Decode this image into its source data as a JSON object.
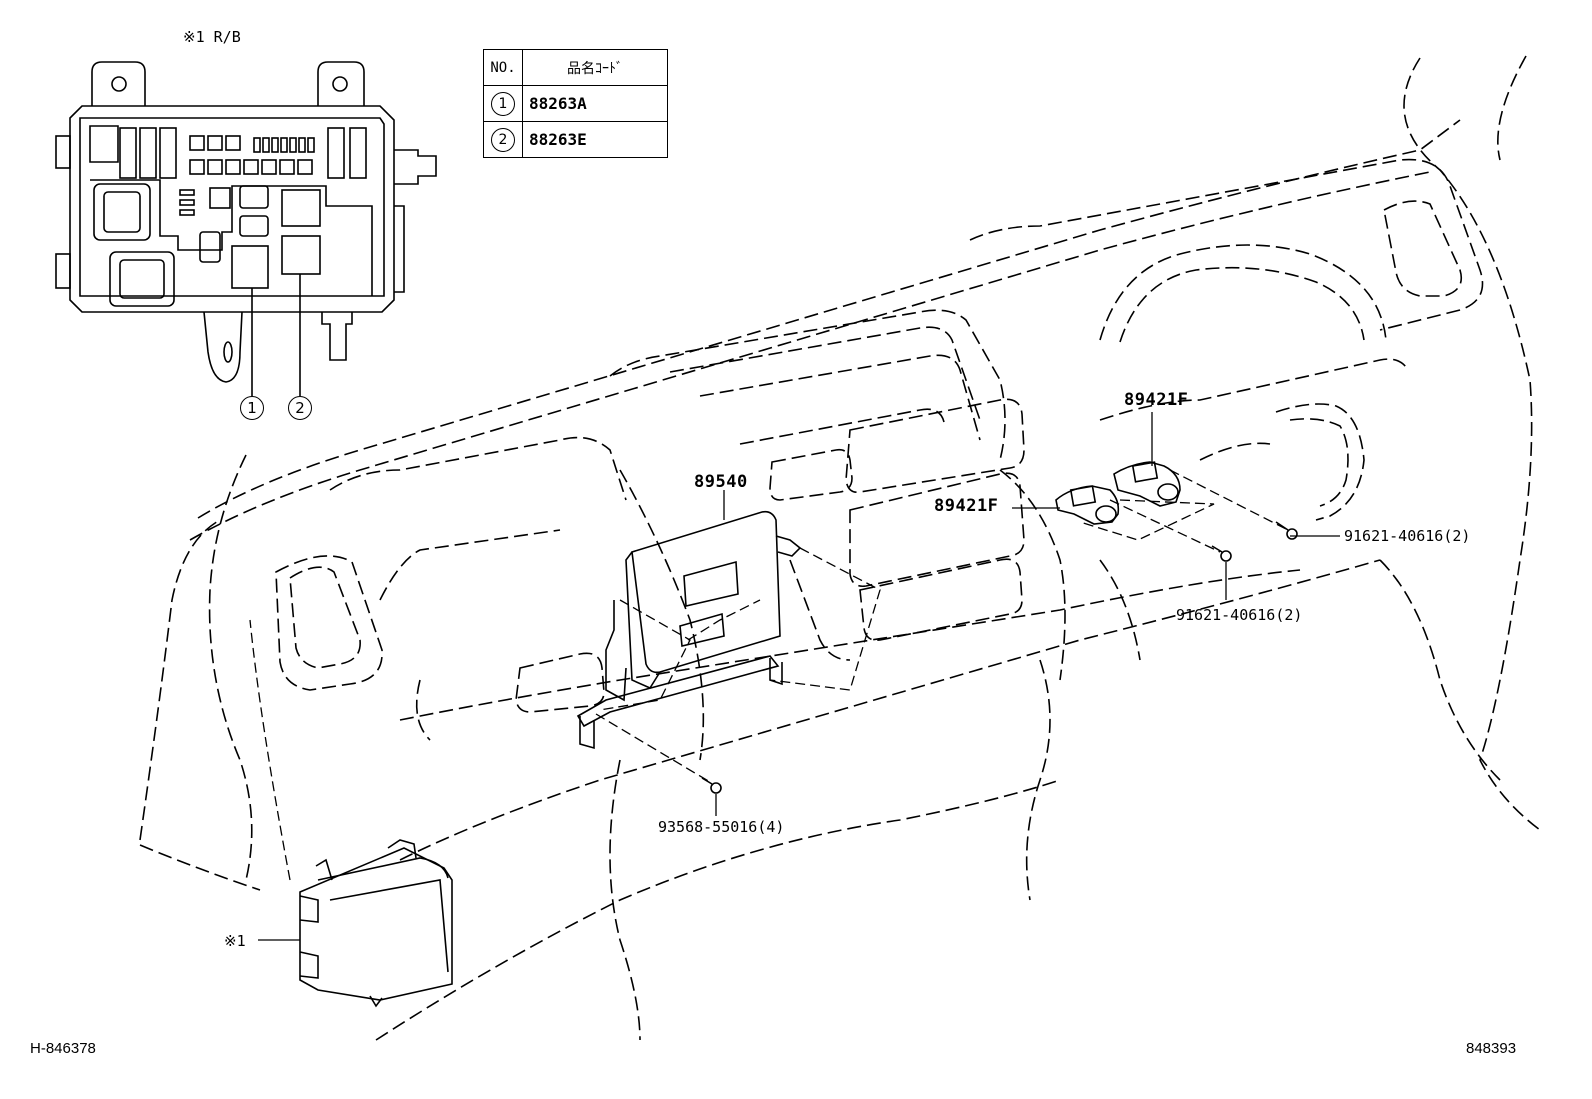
{
  "relay_box": {
    "ref_label": "※1 R/B",
    "callouts": [
      "1",
      "2"
    ]
  },
  "legend": {
    "headers": [
      "NO.",
      "品名ｺｰﾄﾞ"
    ],
    "rows": [
      {
        "no": "1",
        "code": "88263A"
      },
      {
        "no": "2",
        "code": "88263E"
      }
    ]
  },
  "parts": {
    "ecu": "89540",
    "sensor_upper": "89421F",
    "sensor_lower": "89421F",
    "bolt_right_upper": "91621-40616(2)",
    "bolt_right_lower": "91621-40616(2)",
    "screw_ecu": "93568-55016(4)",
    "junction_ref": "※1"
  },
  "footer": {
    "left_id": "H-846378",
    "right_id": "848393"
  }
}
